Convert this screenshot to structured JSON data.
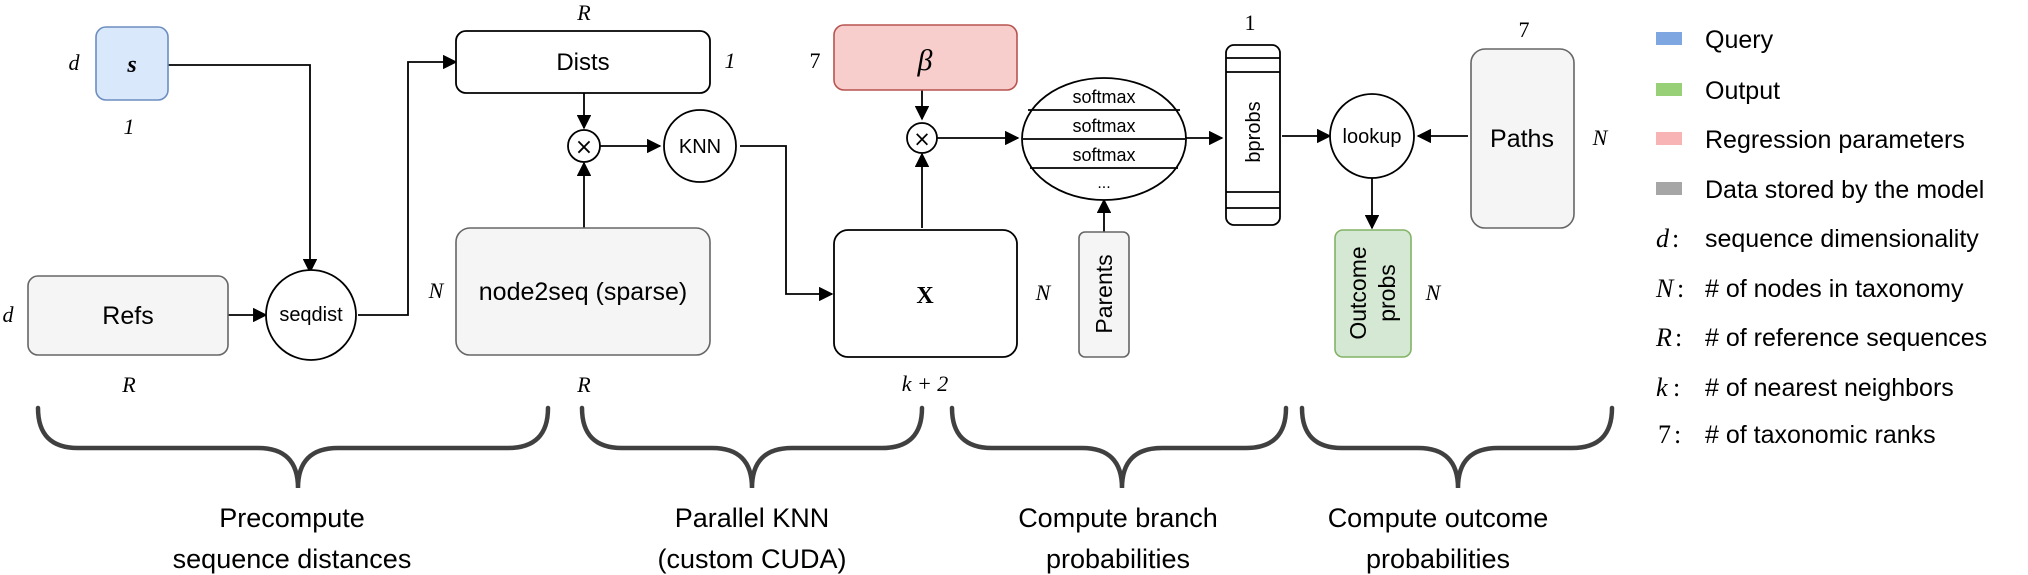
{
  "boxes": {
    "s": "s",
    "refs": "Refs",
    "seqdist": "seqdist",
    "dists": "Dists",
    "knn": "KNN",
    "node2seq": "node2seq (sparse)",
    "beta": "β",
    "x": "X",
    "softmax": [
      "softmax",
      "softmax",
      "softmax",
      "..."
    ],
    "parents": "Parents",
    "bprobs": "bprobs",
    "lookup": "lookup",
    "paths": "Paths",
    "outcome_probs_line1": "Outcome",
    "outcome_probs_line2": "probs",
    "times_symbol": "×"
  },
  "dims": {
    "s_rows": "d",
    "s_cols": "1",
    "refs_rows": "d",
    "refs_cols": "R",
    "dists_cols": "R",
    "dists_rows": "1",
    "node2seq_rows": "N",
    "node2seq_cols": "R",
    "beta_rows": "7",
    "x_rows": "N",
    "x_cols": "k + 2",
    "bprobs_top": "1",
    "paths_top": "7",
    "paths_rows": "N",
    "outcome_rows": "N"
  },
  "braces": [
    {
      "line1": "Precompute",
      "line2": "sequence distances"
    },
    {
      "line1": "Parallel KNN",
      "line2": "(custom CUDA)"
    },
    {
      "line1": "Compute branch",
      "line2": "probabilities"
    },
    {
      "line1": "Compute outcome",
      "line2": "probabilities"
    }
  ],
  "legend": {
    "colors": [
      {
        "label": "Query",
        "color": "#7ea6e0"
      },
      {
        "label": "Output",
        "color": "#97d077"
      },
      {
        "label": "Regression parameters",
        "color": "#f8b4b4"
      },
      {
        "label": "Data stored by the model",
        "color": "#a6a6a6"
      }
    ],
    "symbols": [
      {
        "symbol": "d",
        "suffix": ":",
        "text": "sequence dimensionality"
      },
      {
        "symbol": "N",
        "suffix": ":",
        "text": "# of nodes in taxonomy"
      },
      {
        "symbol": "R",
        "suffix": ":",
        "text": "# of reference sequences"
      },
      {
        "symbol": "k",
        "suffix": ":",
        "text": "# of nearest neighbors"
      },
      {
        "symbol": "7",
        "suffix": ":",
        "text": "# of taxonomic ranks"
      }
    ]
  },
  "colors": {
    "query_fill": "#dae8fc",
    "query_stroke": "#6c8ebf",
    "output_fill": "#d5e8d4",
    "output_stroke": "#82b366",
    "param_fill": "#f8cecc",
    "param_stroke": "#b85450",
    "stored_fill": "#f5f5f5",
    "stored_stroke": "#666666"
  }
}
